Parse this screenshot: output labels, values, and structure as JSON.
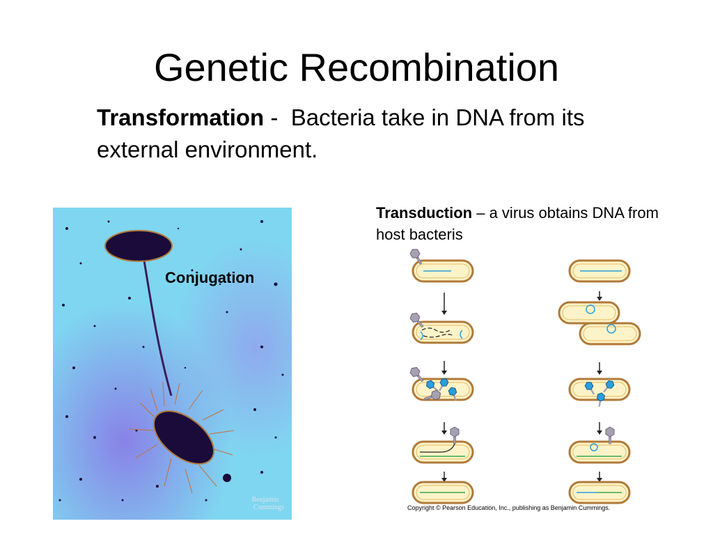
{
  "slide": {
    "title": "Genetic Recombination",
    "transformation": {
      "term": "Transformation",
      "separator": " -  ",
      "definition": "Bacteria take in DNA from its external environment."
    },
    "transduction": {
      "term": "Transduction",
      "definition": " – a virus obtains DNA from host bacteris"
    },
    "conjugation_label": "Conjugation",
    "photo_watermark": "Benjamin Cummings",
    "copyright": "Copyright © Pearson Education, Inc., publishing as Benjamin Cummings."
  },
  "colors": {
    "micrograph_background": "#7fd6f0",
    "micrograph_haze": "#8a78e6",
    "cell_dark": "#1a0b3a",
    "cell_outer": "#b07a3a",
    "cell_inner": "#fdf3c8",
    "dna_blue": "#2a9fdc",
    "dna_green": "#3aa84a",
    "phage_gray": "#a6a0b2"
  }
}
